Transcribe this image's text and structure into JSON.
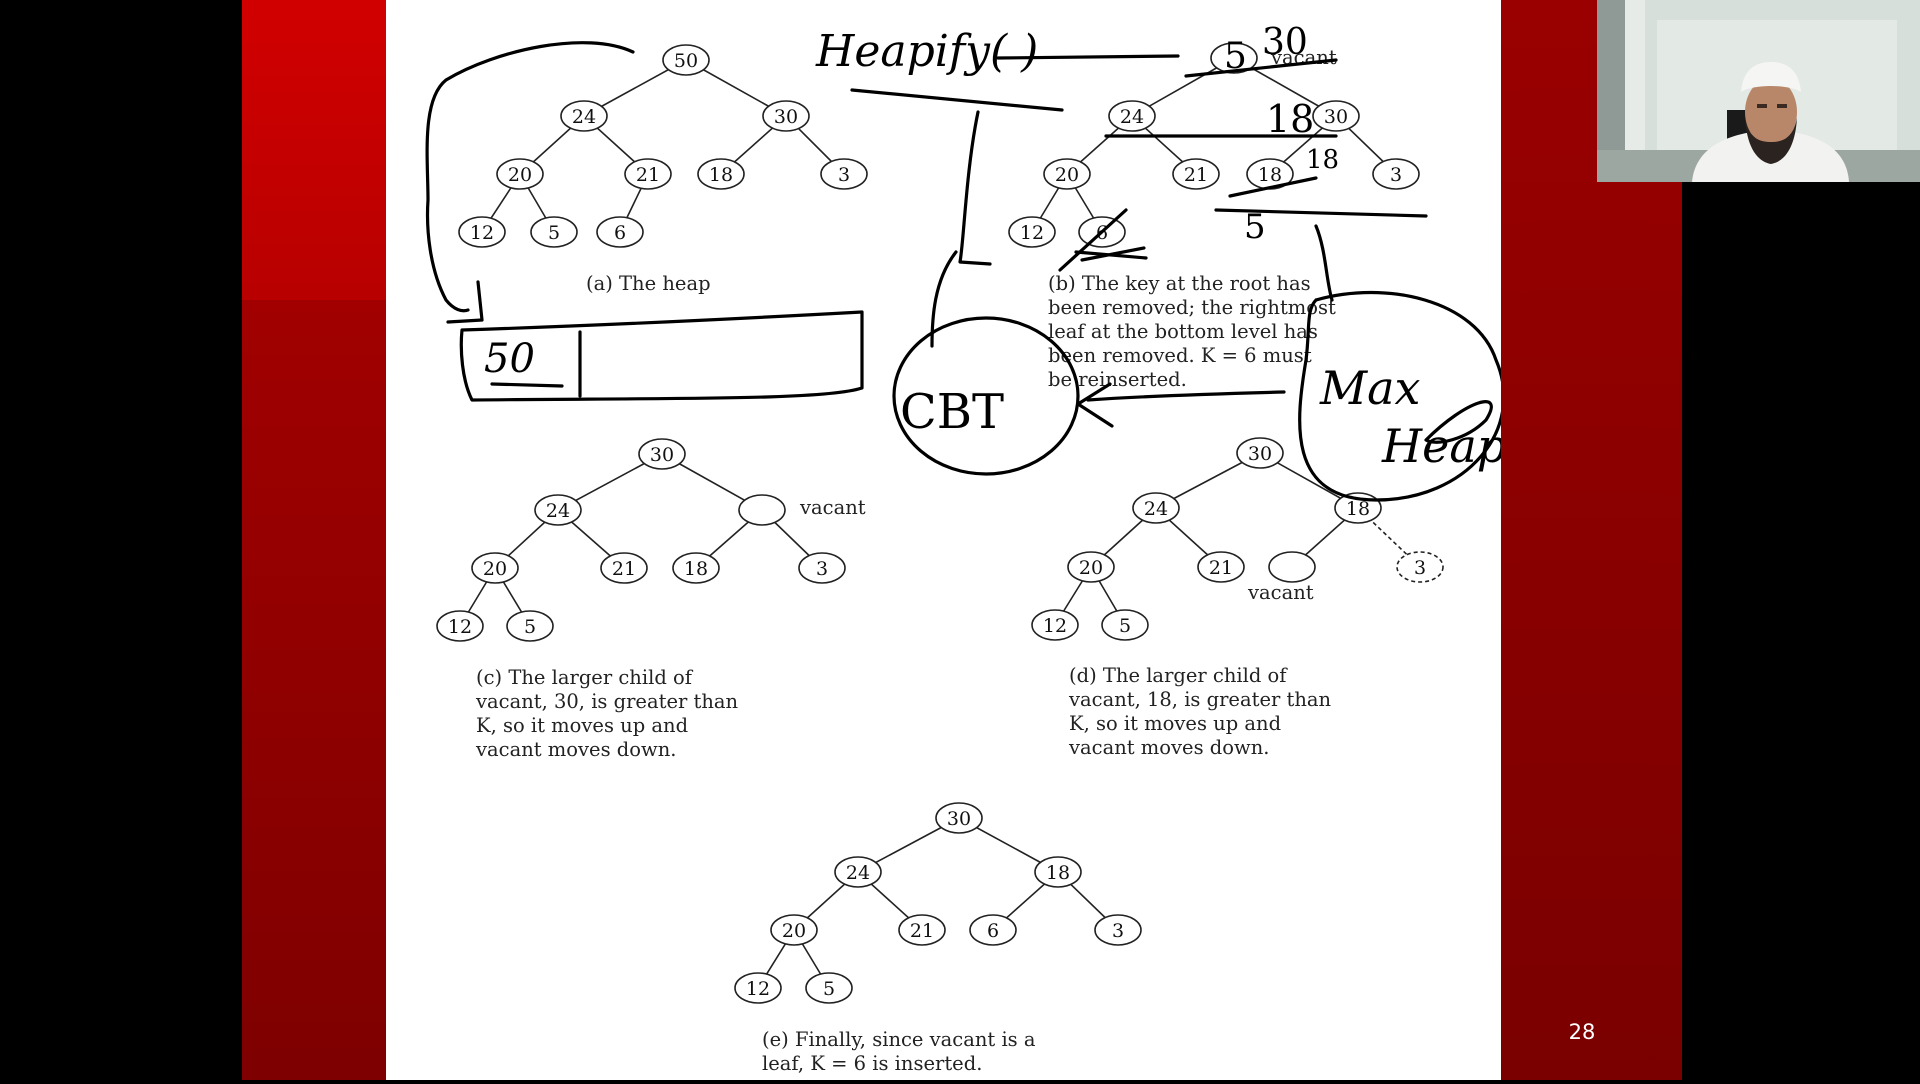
{
  "slide": {
    "page_number": "28"
  },
  "figures": {
    "a": {
      "caption": "(a) The heap",
      "nodes": [
        "50",
        "24",
        "30",
        "20",
        "21",
        "18",
        "3",
        "12",
        "5",
        "6"
      ]
    },
    "b": {
      "caption_lines": [
        "(b) The key at the root has",
        "been removed; the rightmost",
        "leaf at the bottom level has",
        "been removed. K = 6 must",
        "be reinserted."
      ],
      "nodes": [
        "24",
        "30",
        "20",
        "21",
        "18",
        "3",
        "12",
        "6"
      ],
      "vacant_label": "vacant"
    },
    "c": {
      "caption_lines": [
        "(c) The larger child of",
        "vacant, 30, is greater than",
        "K, so it moves up and",
        "vacant moves down."
      ],
      "nodes": [
        "30",
        "24",
        "20",
        "21",
        "18",
        "3",
        "12",
        "5"
      ],
      "vacant_label": "vacant"
    },
    "d": {
      "caption_lines": [
        "(d) The larger child of",
        "vacant, 18, is greater than",
        "K, so it moves up and",
        "vacant moves down."
      ],
      "nodes": [
        "30",
        "24",
        "18",
        "20",
        "21",
        "3",
        "12",
        "5"
      ],
      "vacant_label": "vacant"
    },
    "e": {
      "caption_lines": [
        "(e) Finally, since vacant is a",
        "leaf, K = 6 is inserted."
      ],
      "nodes": [
        "30",
        "24",
        "18",
        "20",
        "21",
        "6",
        "3",
        "12",
        "5"
      ]
    }
  },
  "annotations": {
    "heapify": "Heapify( )",
    "array_box_value": "50",
    "cbt": "CBT",
    "max_heap_line1": "Max",
    "max_heap_line2": "Heap",
    "num_5": "5",
    "num_30": "30",
    "num_18": "18",
    "num_18b": "18",
    "num_5b": "5"
  }
}
